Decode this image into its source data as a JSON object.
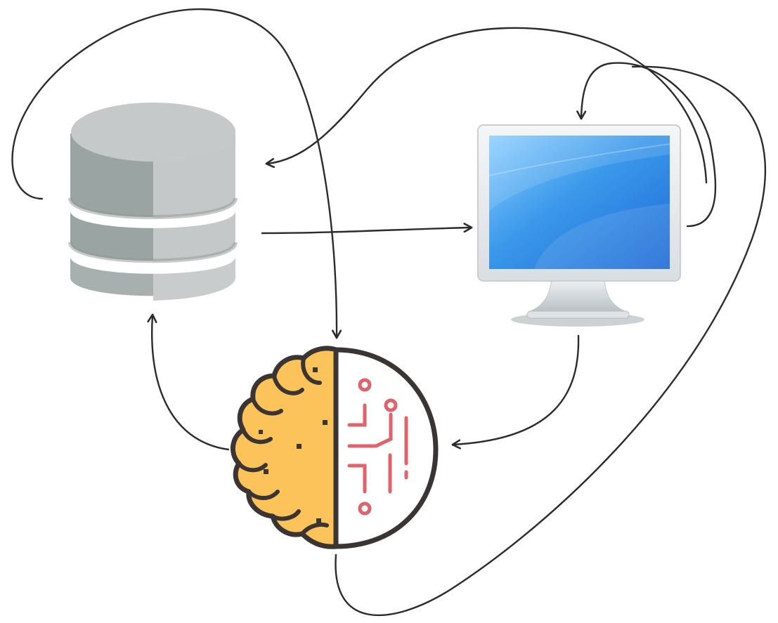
{
  "diagram": {
    "nodes": [
      {
        "id": "database",
        "icon": "database-icon"
      },
      {
        "id": "computer",
        "icon": "monitor-icon"
      },
      {
        "id": "ai_brain",
        "icon": "brain-circuit-icon"
      }
    ],
    "edges": [
      {
        "from": "database",
        "to": "database"
      },
      {
        "from": "database",
        "to": "computer"
      },
      {
        "from": "database",
        "to": "ai_brain"
      },
      {
        "from": "computer",
        "to": "database"
      },
      {
        "from": "computer",
        "to": "computer"
      },
      {
        "from": "computer",
        "to": "ai_brain"
      },
      {
        "from": "ai_brain",
        "to": "database"
      },
      {
        "from": "ai_brain",
        "to": "computer"
      }
    ]
  },
  "colors": {
    "edge": "#2b2b2b",
    "database_light": "#c5c8c9",
    "database_dark": "#9aa4a3",
    "database_band": "#8d9796",
    "screen_blue": "#2f86e0",
    "monitor_frame": "#e6eaed",
    "brain_yellow": "#fbc35a",
    "brain_outline": "#3a3433",
    "circuit_red": "#e0626b"
  }
}
